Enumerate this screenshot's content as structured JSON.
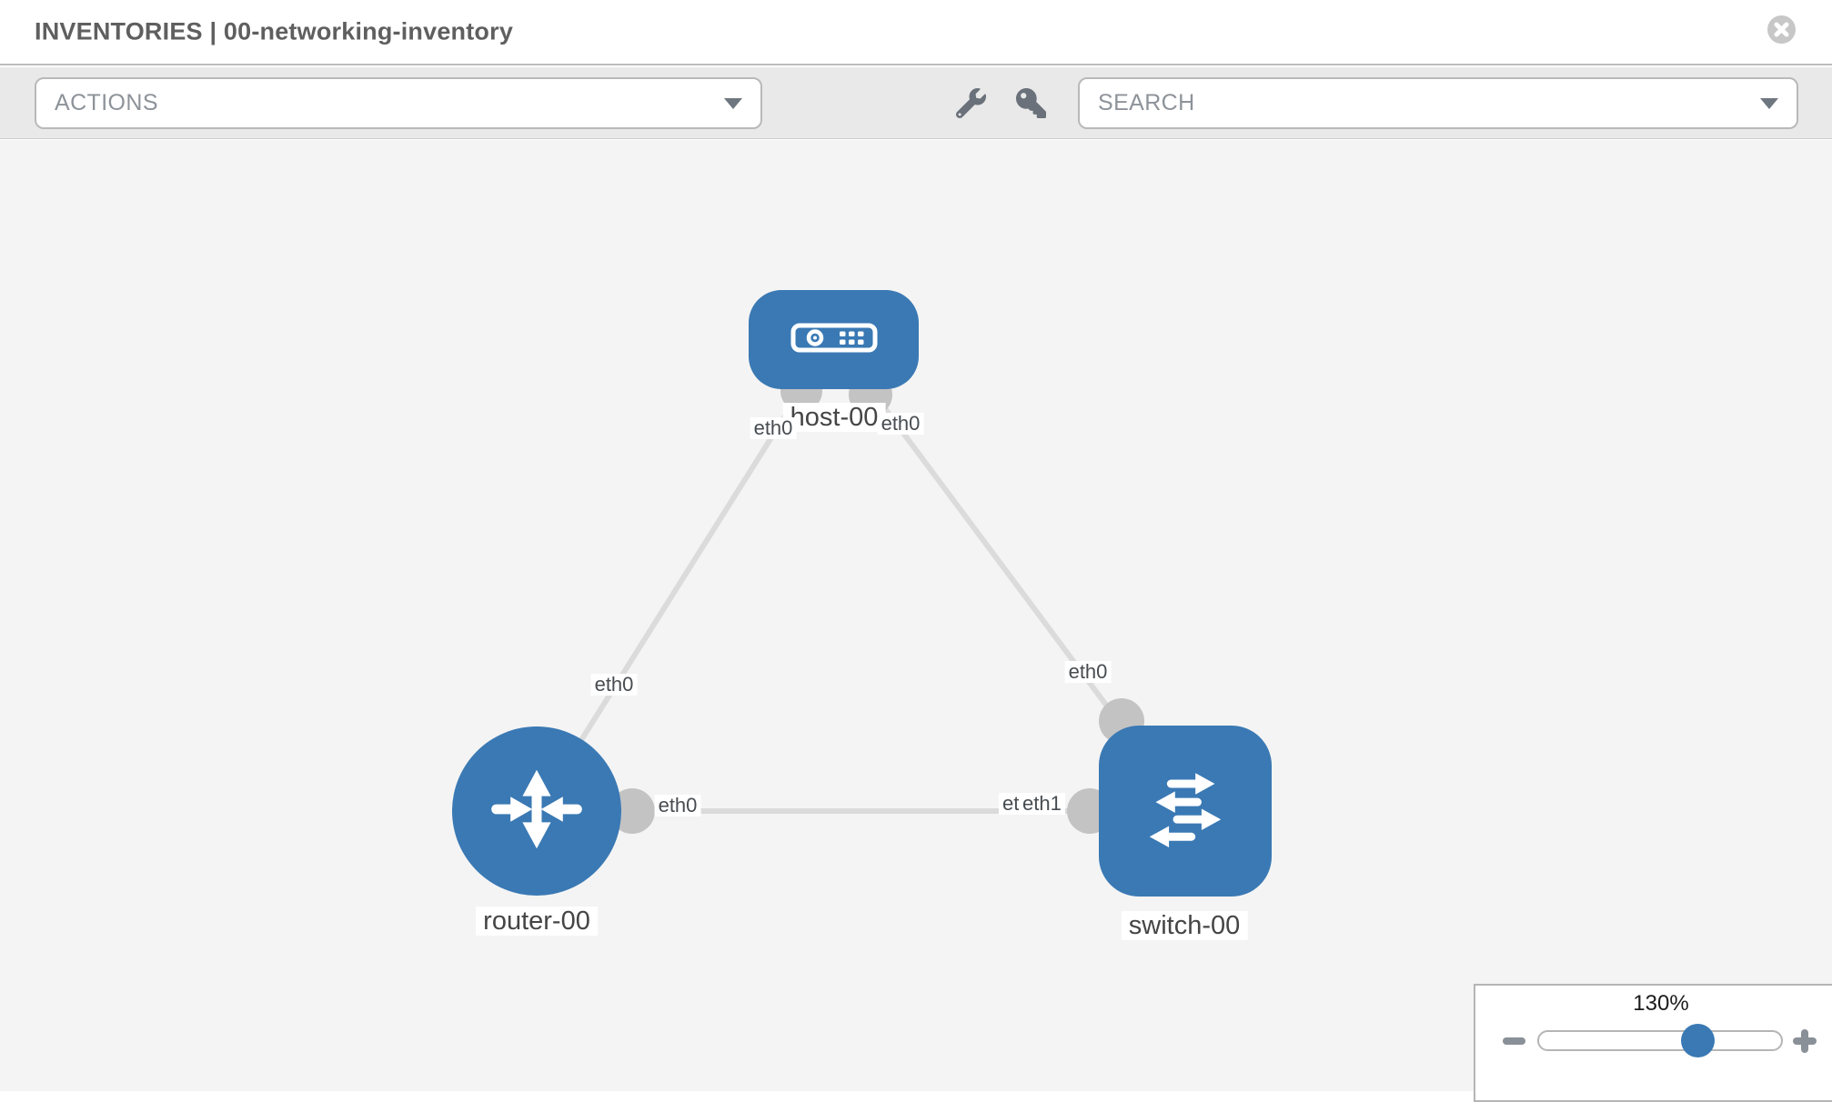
{
  "header": {
    "title": "INVENTORIES | 00-networking-inventory"
  },
  "toolbar": {
    "actions": {
      "label": "ACTIONS"
    },
    "tools": [
      {
        "icon": "wrench-icon"
      },
      {
        "icon": "key-icon"
      }
    ],
    "search": {
      "label": "SEARCH"
    }
  },
  "topology": {
    "nodes": [
      {
        "id": "host-00",
        "type": "host",
        "label": "host-00"
      },
      {
        "id": "router-00",
        "type": "router",
        "label": "router-00"
      },
      {
        "id": "switch-00",
        "type": "switch",
        "label": "switch-00"
      }
    ],
    "links": [
      {
        "from": "router-00",
        "from_interface": "eth0",
        "to": "host-00",
        "to_interface": "eth0"
      },
      {
        "from": "host-00",
        "from_interface": "eth0",
        "to": "switch-00",
        "to_interface": "eth0"
      },
      {
        "from": "router-00",
        "from_interface": "eth0",
        "to": "switch-00",
        "to_interface": "eth1"
      }
    ],
    "interface_labels": [
      "eth0",
      "eth0",
      "eth0",
      "eth0",
      "eth0",
      "eth0",
      "eth1"
    ]
  },
  "zoom_control": {
    "value": "130%",
    "minus_label": "-",
    "plus_label": "+",
    "percent": 65
  },
  "colors": {
    "node_blue": "#3a79b4",
    "link_gray": "#dbdbdb",
    "port_gray": "#c3c3c3",
    "toolbar_gray": "#e9e9e9",
    "canvas_gray": "#f4f4f4"
  }
}
